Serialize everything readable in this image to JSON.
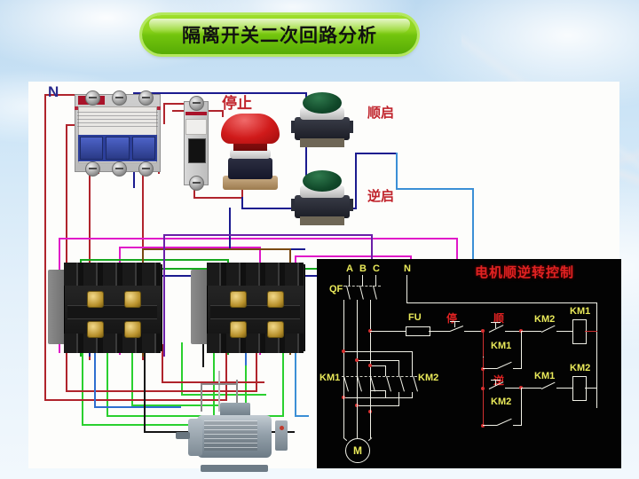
{
  "page": {
    "title": "隔离开关二次回路分析",
    "background": "#cfe3f5",
    "accent_green": "#8ed41e"
  },
  "photo_area": {
    "labels": [
      {
        "name": "neutral",
        "text": "N",
        "color": "#2a2a8c"
      },
      {
        "name": "stop-button",
        "text": "停止",
        "color": "#c0232b"
      },
      {
        "name": "forward-start",
        "text": "顺启",
        "color": "#c0232b"
      },
      {
        "name": "reverse-start",
        "text": "逆启",
        "color": "#c0232b"
      }
    ],
    "devices": [
      {
        "name": "three-pole-breaker",
        "poles": 3
      },
      {
        "name": "single-pole-breaker",
        "poles": 1
      },
      {
        "name": "red-mushroom-stop-button",
        "color": "#d01a1a"
      },
      {
        "name": "green-pushbutton-forward",
        "color": "#11492a"
      },
      {
        "name": "green-pushbutton-reverse",
        "color": "#11492a"
      },
      {
        "name": "contactor-km1"
      },
      {
        "name": "contactor-km2"
      },
      {
        "name": "three-phase-motor"
      }
    ],
    "wire_colors": [
      "#d0202a",
      "#1b1b8f",
      "#e018c8",
      "#16a81e",
      "#7a4a12",
      "#6a1fa8",
      "#3b8fd6",
      "#111111"
    ]
  },
  "schematic": {
    "title": "电机顺逆转控制",
    "title_color": "#e02222",
    "line_color": "#f0f0e6",
    "label_color": "#eaea5a",
    "node_color": "#d83030",
    "background": "#030303",
    "power_labels": [
      "A",
      "B",
      "C",
      "N"
    ],
    "breaker_label": "QF",
    "fuse_label": "FU",
    "motor_label": "M",
    "contactor_main_left": "KM1",
    "contactor_main_right": "KM2",
    "control": {
      "stop_label": "停",
      "forward_label": "顺",
      "reverse_label": "逆",
      "rung1": {
        "start_button": "顺",
        "holding": "KM1",
        "interlock": "KM2",
        "coil": "KM1"
      },
      "rung2": {
        "start_button": "逆",
        "holding": "KM2",
        "interlock": "KM1",
        "coil": "KM2"
      }
    }
  }
}
